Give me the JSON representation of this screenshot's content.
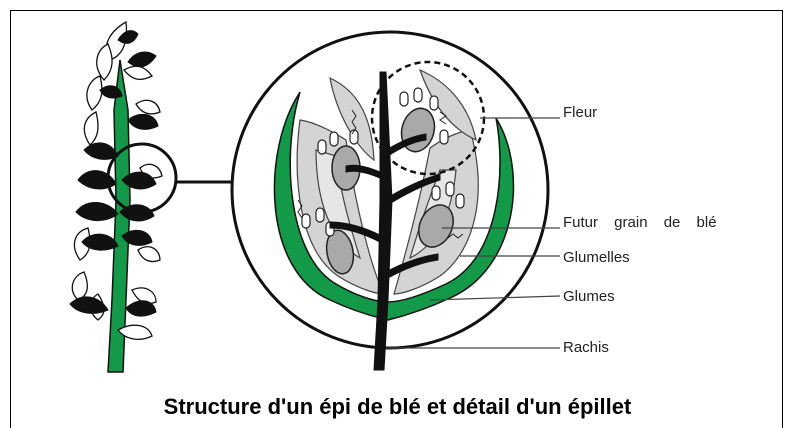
{
  "labels": {
    "fleur": "Fleur",
    "futur_grain": "Futur grain de blé",
    "glumelles": "Glumelles",
    "glumes": "Glumes",
    "rachis": "Rachis"
  },
  "caption": "Structure d'un épi de blé et détail d'un épillet",
  "colors": {
    "glume_green": "#139a48",
    "glumelle_grey": "#d4d4d4",
    "grain_grey": "#a9a9a9",
    "ink": "#111111"
  }
}
